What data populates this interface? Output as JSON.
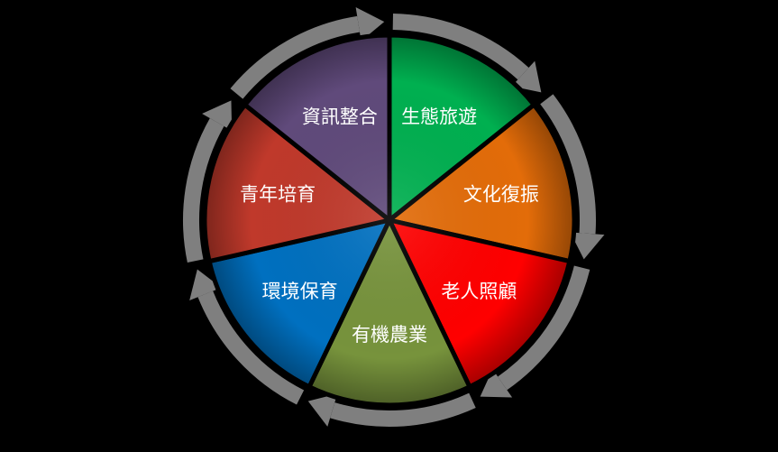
{
  "background": "#000000",
  "ring": {
    "color": "#7f7f7f",
    "highlight": "#a6a6a6"
  },
  "segments": [
    {
      "id": "eco-tourism",
      "label": "生態旅遊",
      "color": "#00b050"
    },
    {
      "id": "culture-revival",
      "label": "文化復振",
      "color": "#e36c09"
    },
    {
      "id": "elder-care",
      "label": "老人照顧",
      "color": "#ff0000"
    },
    {
      "id": "organic-farming",
      "label": "有機農業",
      "color": "#77933c"
    },
    {
      "id": "environment",
      "label": "環境保育",
      "color": "#0070c0"
    },
    {
      "id": "youth-training",
      "label": "青年培育",
      "color": "#c0392b"
    },
    {
      "id": "info-integration",
      "label": "資訊整合",
      "color": "#604a7b"
    }
  ]
}
